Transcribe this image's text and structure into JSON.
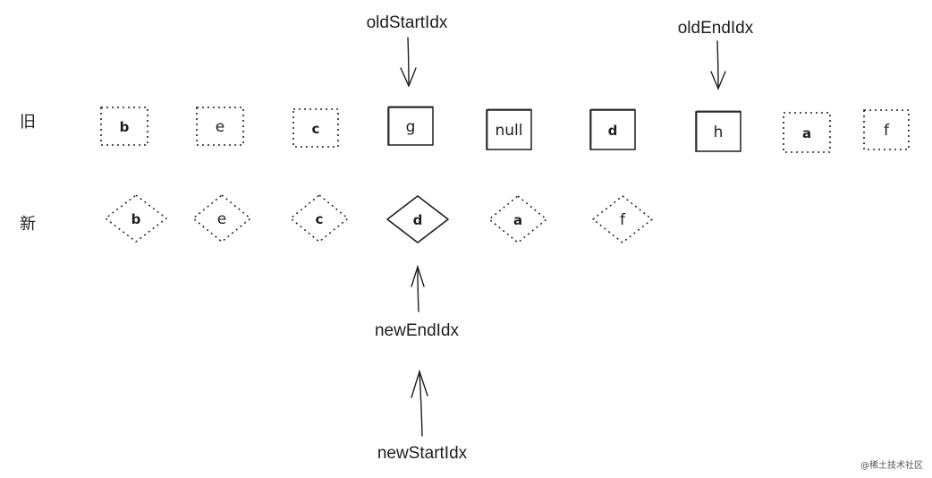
{
  "rows": {
    "old_label": "旧",
    "new_label": "新"
  },
  "old_nodes": [
    {
      "text": "b",
      "style": "dashed",
      "hand": true
    },
    {
      "text": "e",
      "style": "dashed",
      "hand": false
    },
    {
      "text": "c",
      "style": "dashed",
      "hand": true
    },
    {
      "text": "g",
      "style": "solid",
      "hand": false
    },
    {
      "text": "null",
      "style": "solid",
      "hand": false
    },
    {
      "text": "d",
      "style": "solid",
      "hand": true
    },
    {
      "text": "h",
      "style": "solid",
      "hand": false
    },
    {
      "text": "a",
      "style": "dashed",
      "hand": true
    },
    {
      "text": "f",
      "style": "dashed",
      "hand": false
    }
  ],
  "new_nodes": [
    {
      "text": "b",
      "style": "dashed",
      "hand": true
    },
    {
      "text": "e",
      "style": "dashed",
      "hand": false
    },
    {
      "text": "c",
      "style": "dashed",
      "hand": true
    },
    {
      "text": "d",
      "style": "solid",
      "hand": true
    },
    {
      "text": "a",
      "style": "dashed",
      "hand": true
    },
    {
      "text": "f",
      "style": "dashed",
      "hand": false
    }
  ],
  "pointers": {
    "old_start": "oldStartIdx",
    "old_end": "oldEndIdx",
    "new_end": "newEndIdx",
    "new_start": "newStartIdx"
  },
  "watermark": "@稀土技术社区",
  "colors": {
    "ink": "#1e1e1e",
    "background": "#ffffff"
  }
}
